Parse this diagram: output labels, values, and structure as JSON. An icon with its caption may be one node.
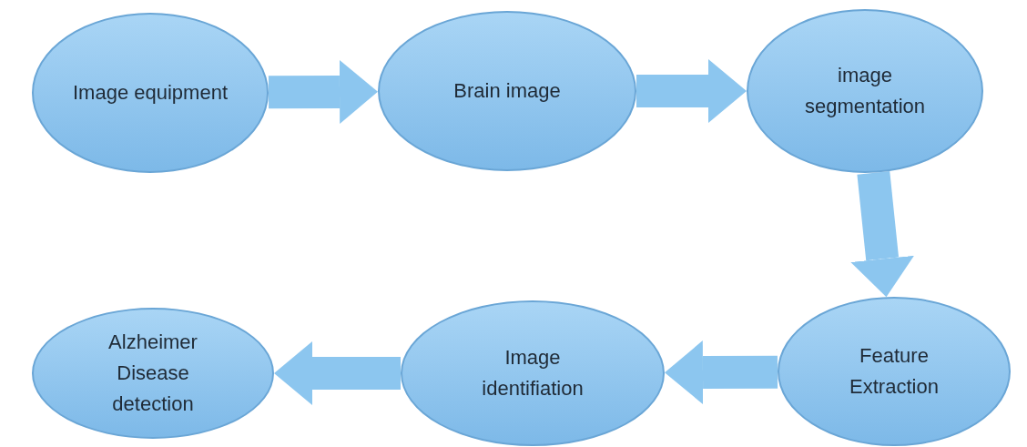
{
  "diagram": {
    "nodes": [
      {
        "text": [
          "Image equipment"
        ]
      },
      {
        "text": [
          "Brain image"
        ]
      },
      {
        "text": [
          "image segmentation"
        ]
      },
      {
        "text": [
          "Feature Extraction"
        ]
      },
      {
        "text": [
          "Image identifiation"
        ]
      },
      {
        "text": [
          "Alzheimer Disease detection"
        ]
      }
    ],
    "edges": [
      {
        "from": 0,
        "to": 1,
        "arrow": "to"
      },
      {
        "from": 1,
        "to": 2,
        "arrow": "to"
      },
      {
        "from": 2,
        "to": 3,
        "arrow": "to"
      },
      {
        "from": 3,
        "to": 4,
        "arrow": "to"
      },
      {
        "from": 4,
        "to": 5,
        "arrow": "to"
      }
    ]
  }
}
